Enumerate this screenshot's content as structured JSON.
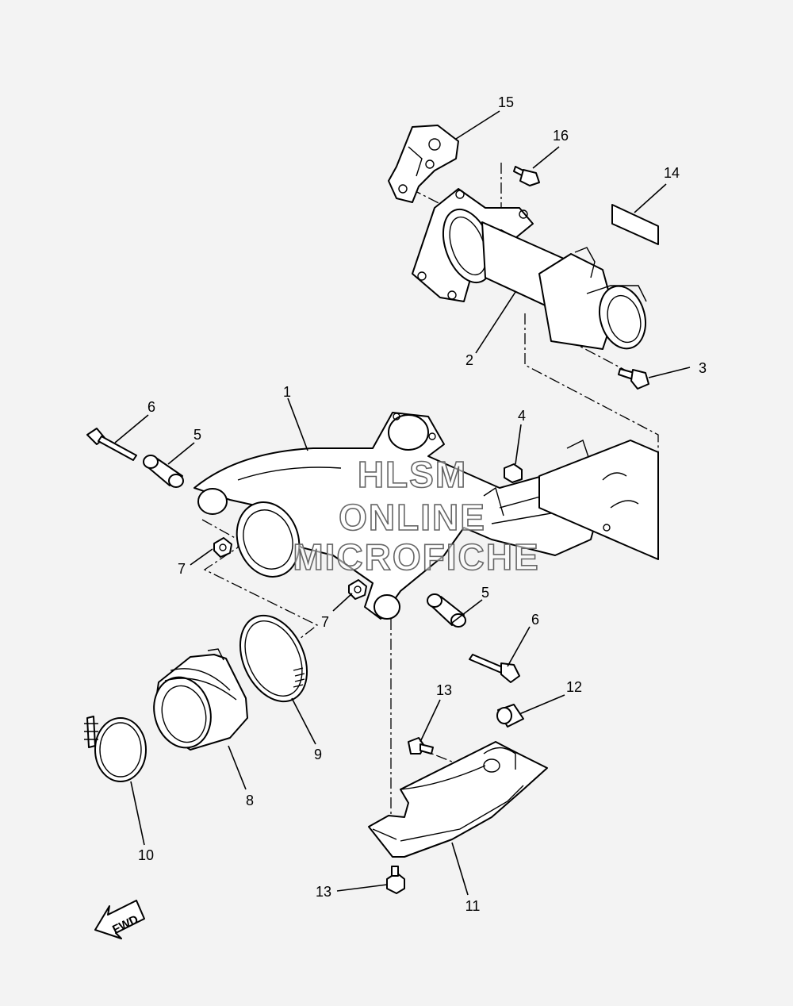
{
  "callouts": {
    "c1": "1",
    "c2": "2",
    "c3": "3",
    "c4": "4",
    "c5a": "5",
    "c5b": "5",
    "c6a": "6",
    "c6b": "6",
    "c7a": "7",
    "c7b": "7",
    "c8": "8",
    "c9": "9",
    "c10": "10",
    "c11": "11",
    "c12": "12",
    "c13a": "13",
    "c13b": "13",
    "c14": "14",
    "c15": "15",
    "c16": "16"
  },
  "watermark": {
    "line1": "HLSM",
    "line2": "ONLINE",
    "line3": "MICROFICHE"
  },
  "direction_marker": {
    "label": "FWD"
  }
}
